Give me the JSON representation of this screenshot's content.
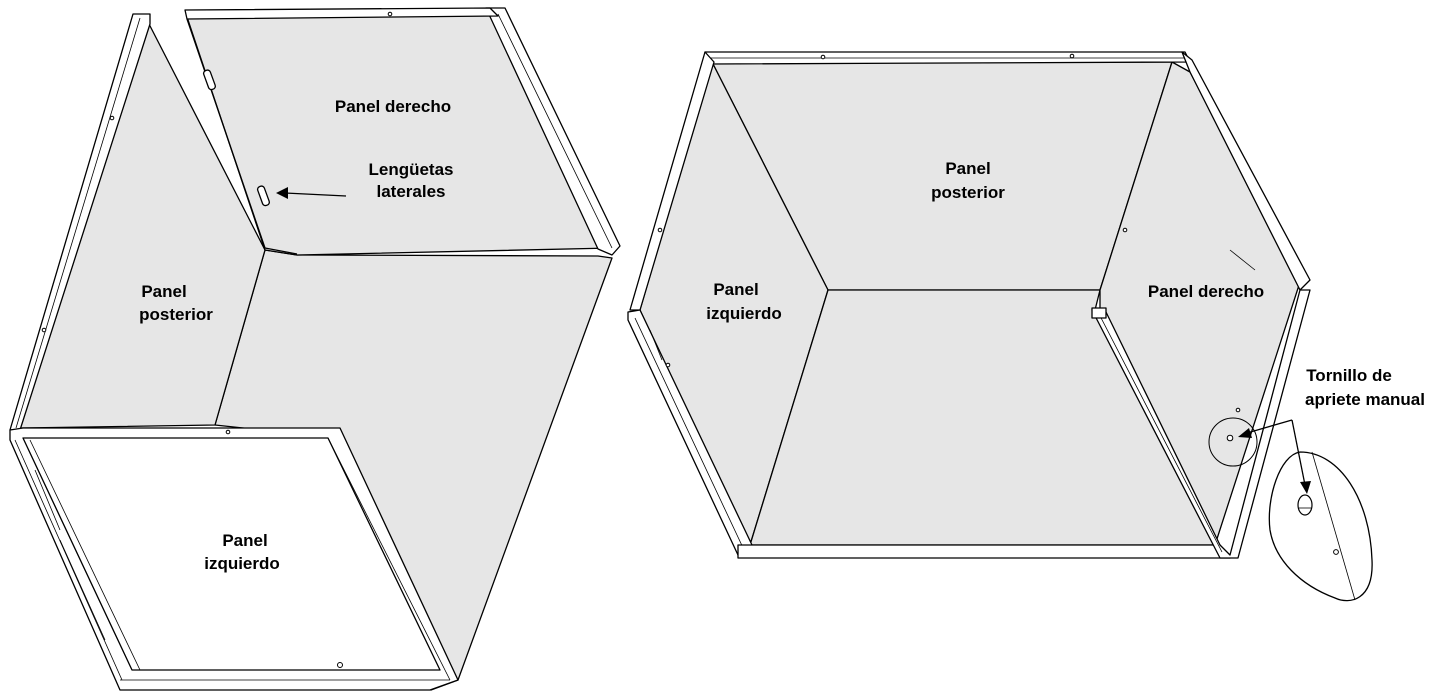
{
  "left_view": {
    "label_right_panel": "Panel derecho",
    "label_tabs_line1": "Lengüetas",
    "label_tabs_line2": "laterales",
    "label_back_line1": "Panel",
    "label_back_line2": "posterior",
    "label_left_line1": "Panel",
    "label_left_line2": "izquierdo"
  },
  "right_view": {
    "label_back_line1": "Panel",
    "label_back_line2": "posterior",
    "label_left_line1": "Panel",
    "label_left_line2": "izquierdo",
    "label_right_panel": "Panel derecho",
    "label_screw_line1": "Tornillo de",
    "label_screw_line2": "apriete manual"
  }
}
